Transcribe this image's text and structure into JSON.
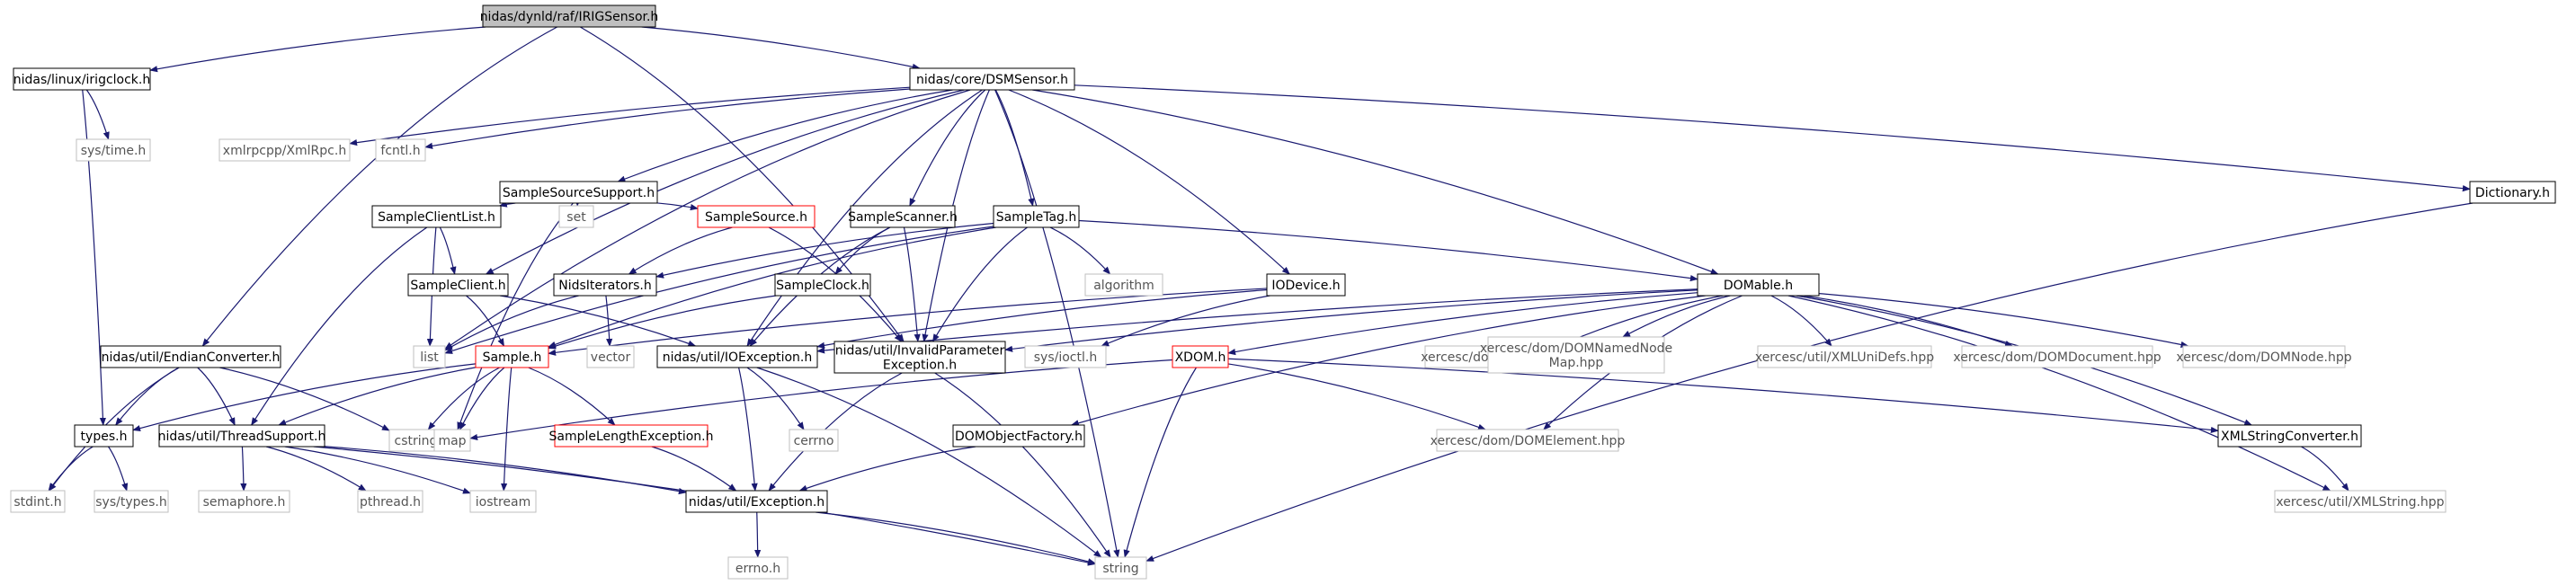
{
  "graph": {
    "root": "nidas/dynld/raf/IRIGSensor.h",
    "colors": {
      "edge": "#191970",
      "root_fill": "#bfbfbf",
      "node_border": "#000000",
      "missing_border": "#ff0000",
      "system_border": "#bfbfbf",
      "text": "#000000",
      "system_text": "#555555"
    },
    "nodes": [
      {
        "id": "irig",
        "label": "nidas/dynld/raf/IRIGSensor.h",
        "kind": "root"
      },
      {
        "id": "irigclock",
        "label": "nidas/linux/irigclock.h",
        "kind": "file"
      },
      {
        "id": "dsm",
        "label": "nidas/core/DSMSensor.h",
        "kind": "file"
      },
      {
        "id": "systime",
        "label": "sys/time.h",
        "kind": "system"
      },
      {
        "id": "xmlrpc",
        "label": "xmlrpcpp/XmlRpc.h",
        "kind": "system"
      },
      {
        "id": "fcntl",
        "label": "fcntl.h",
        "kind": "system"
      },
      {
        "id": "sss",
        "label": "SampleSourceSupport.h",
        "kind": "file"
      },
      {
        "id": "dict",
        "label": "Dictionary.h",
        "kind": "file"
      },
      {
        "id": "scl",
        "label": "SampleClientList.h",
        "kind": "file"
      },
      {
        "id": "set",
        "label": "set",
        "kind": "system"
      },
      {
        "id": "ssrc",
        "label": "SampleSource.h",
        "kind": "missing"
      },
      {
        "id": "sscan",
        "label": "SampleScanner.h",
        "kind": "file"
      },
      {
        "id": "stag",
        "label": "SampleTag.h",
        "kind": "file"
      },
      {
        "id": "algo",
        "label": "algorithm",
        "kind": "system"
      },
      {
        "id": "iodev",
        "label": "IODevice.h",
        "kind": "file"
      },
      {
        "id": "domable",
        "label": "DOMable.h",
        "kind": "file"
      },
      {
        "id": "sclient",
        "label": "SampleClient.h",
        "kind": "file"
      },
      {
        "id": "nidsit",
        "label": "NidsIterators.h",
        "kind": "file"
      },
      {
        "id": "sclock",
        "label": "SampleClock.h",
        "kind": "file"
      },
      {
        "id": "endian",
        "label": "nidas/util/EndianConverter.h",
        "kind": "file"
      },
      {
        "id": "list",
        "label": "list",
        "kind": "system"
      },
      {
        "id": "sample",
        "label": "Sample.h",
        "kind": "missing"
      },
      {
        "id": "vector",
        "label": "vector",
        "kind": "system"
      },
      {
        "id": "ioexc",
        "label": "nidas/util/IOException.h",
        "kind": "file"
      },
      {
        "id": "invparam",
        "label": "nidas/util/InvalidParameter\nException.h",
        "kind": "file"
      },
      {
        "id": "sysioctl",
        "label": "sys/ioctl.h",
        "kind": "system"
      },
      {
        "id": "xdom",
        "label": "XDOM.h",
        "kind": "missing"
      },
      {
        "id": "domexc",
        "label": "xercesc/dom/DOMException.hpp",
        "kind": "system"
      },
      {
        "id": "domnnm",
        "label": "xercesc/dom/DOMNamedNode\nMap.hpp",
        "kind": "system"
      },
      {
        "id": "xmlunidefs",
        "label": "xercesc/util/XMLUniDefs.hpp",
        "kind": "system"
      },
      {
        "id": "domdoc",
        "label": "xercesc/dom/DOMDocument.hpp",
        "kind": "system"
      },
      {
        "id": "domnode",
        "label": "xercesc/dom/DOMNode.hpp",
        "kind": "system"
      },
      {
        "id": "types",
        "label": "types.h",
        "kind": "file"
      },
      {
        "id": "thread",
        "label": "nidas/util/ThreadSupport.h",
        "kind": "file"
      },
      {
        "id": "cstring",
        "label": "cstring",
        "kind": "system"
      },
      {
        "id": "map",
        "label": "map",
        "kind": "system"
      },
      {
        "id": "slenexc",
        "label": "SampleLengthException.h",
        "kind": "missing"
      },
      {
        "id": "cerrno",
        "label": "cerrno",
        "kind": "system"
      },
      {
        "id": "domobjf",
        "label": "DOMObjectFactory.h",
        "kind": "file"
      },
      {
        "id": "domelem",
        "label": "xercesc/dom/DOMElement.hpp",
        "kind": "system"
      },
      {
        "id": "xmlsc",
        "label": "XMLStringConverter.h",
        "kind": "file"
      },
      {
        "id": "stdint",
        "label": "stdint.h",
        "kind": "system"
      },
      {
        "id": "systypes",
        "label": "sys/types.h",
        "kind": "system"
      },
      {
        "id": "semaphore",
        "label": "semaphore.h",
        "kind": "system"
      },
      {
        "id": "pthread",
        "label": "pthread.h",
        "kind": "system"
      },
      {
        "id": "iostream",
        "label": "iostream",
        "kind": "system"
      },
      {
        "id": "exception",
        "label": "nidas/util/Exception.h",
        "kind": "file"
      },
      {
        "id": "xmlstring",
        "label": "xercesc/util/XMLString.hpp",
        "kind": "system"
      },
      {
        "id": "errno",
        "label": "errno.h",
        "kind": "system"
      },
      {
        "id": "string",
        "label": "string",
        "kind": "system"
      }
    ],
    "edges": [
      [
        "irig",
        "irigclock"
      ],
      [
        "irig",
        "dsm"
      ],
      [
        "irig",
        "endian"
      ],
      [
        "irig",
        "invparam"
      ],
      [
        "irigclock",
        "systime"
      ],
      [
        "irigclock",
        "types"
      ],
      [
        "dsm",
        "xmlrpc"
      ],
      [
        "dsm",
        "fcntl"
      ],
      [
        "dsm",
        "sss"
      ],
      [
        "dsm",
        "dict"
      ],
      [
        "dsm",
        "list"
      ],
      [
        "dsm",
        "sclient"
      ],
      [
        "dsm",
        "sscan"
      ],
      [
        "dsm",
        "stag"
      ],
      [
        "dsm",
        "ioexc"
      ],
      [
        "dsm",
        "iodev"
      ],
      [
        "dsm",
        "domable"
      ],
      [
        "dsm",
        "string"
      ],
      [
        "dsm",
        "invparam"
      ],
      [
        "sss",
        "scl"
      ],
      [
        "sss",
        "set"
      ],
      [
        "sss",
        "ssrc"
      ],
      [
        "sss",
        "map"
      ],
      [
        "dict",
        "string"
      ],
      [
        "scl",
        "list"
      ],
      [
        "scl",
        "sclient"
      ],
      [
        "scl",
        "thread"
      ],
      [
        "ssrc",
        "nidsit"
      ],
      [
        "ssrc",
        "invparam"
      ],
      [
        "sscan",
        "sclock"
      ],
      [
        "sscan",
        "invparam"
      ],
      [
        "sscan",
        "ioexc"
      ],
      [
        "stag",
        "algo"
      ],
      [
        "stag",
        "domable"
      ],
      [
        "stag",
        "nidsit"
      ],
      [
        "stag",
        "list"
      ],
      [
        "stag",
        "sample"
      ],
      [
        "stag",
        "invparam"
      ],
      [
        "sclient",
        "sample"
      ],
      [
        "sclient",
        "ioexc"
      ],
      [
        "nidsit",
        "list"
      ],
      [
        "nidsit",
        "vector"
      ],
      [
        "sclock",
        "sample"
      ],
      [
        "iodev",
        "ioexc"
      ],
      [
        "iodev",
        "sysioctl"
      ],
      [
        "iodev",
        "sample"
      ],
      [
        "domable",
        "xdom"
      ],
      [
        "domable",
        "domexc"
      ],
      [
        "domable",
        "domnnm"
      ],
      [
        "domable",
        "xmlunidefs"
      ],
      [
        "domable",
        "domdoc"
      ],
      [
        "domable",
        "domnode"
      ],
      [
        "domable",
        "xmlsc"
      ],
      [
        "domable",
        "xmlstring"
      ],
      [
        "domable",
        "domobjf"
      ],
      [
        "domable",
        "domelem"
      ],
      [
        "domable",
        "ioexc"
      ],
      [
        "domable",
        "invparam"
      ],
      [
        "endian",
        "types"
      ],
      [
        "endian",
        "thread"
      ],
      [
        "endian",
        "cstring"
      ],
      [
        "endian",
        "stdint"
      ],
      [
        "sample",
        "types"
      ],
      [
        "sample",
        "thread"
      ],
      [
        "sample",
        "cstring"
      ],
      [
        "sample",
        "map"
      ],
      [
        "sample",
        "slenexc"
      ],
      [
        "sample",
        "iostream"
      ],
      [
        "ioexc",
        "cerrno"
      ],
      [
        "ioexc",
        "exception"
      ],
      [
        "ioexc",
        "string"
      ],
      [
        "invparam",
        "exception"
      ],
      [
        "invparam",
        "string"
      ],
      [
        "xdom",
        "map"
      ],
      [
        "xdom",
        "domelem"
      ],
      [
        "xdom",
        "xmlsc"
      ],
      [
        "xdom",
        "string"
      ],
      [
        "types",
        "stdint"
      ],
      [
        "types",
        "systypes"
      ],
      [
        "thread",
        "semaphore"
      ],
      [
        "thread",
        "pthread"
      ],
      [
        "thread",
        "iostream"
      ],
      [
        "thread",
        "exception"
      ],
      [
        "thread",
        "string"
      ],
      [
        "slenexc",
        "exception"
      ],
      [
        "domobjf",
        "exception"
      ],
      [
        "xmlsc",
        "xmlstring"
      ],
      [
        "exception",
        "errno"
      ],
      [
        "exception",
        "string"
      ]
    ]
  }
}
